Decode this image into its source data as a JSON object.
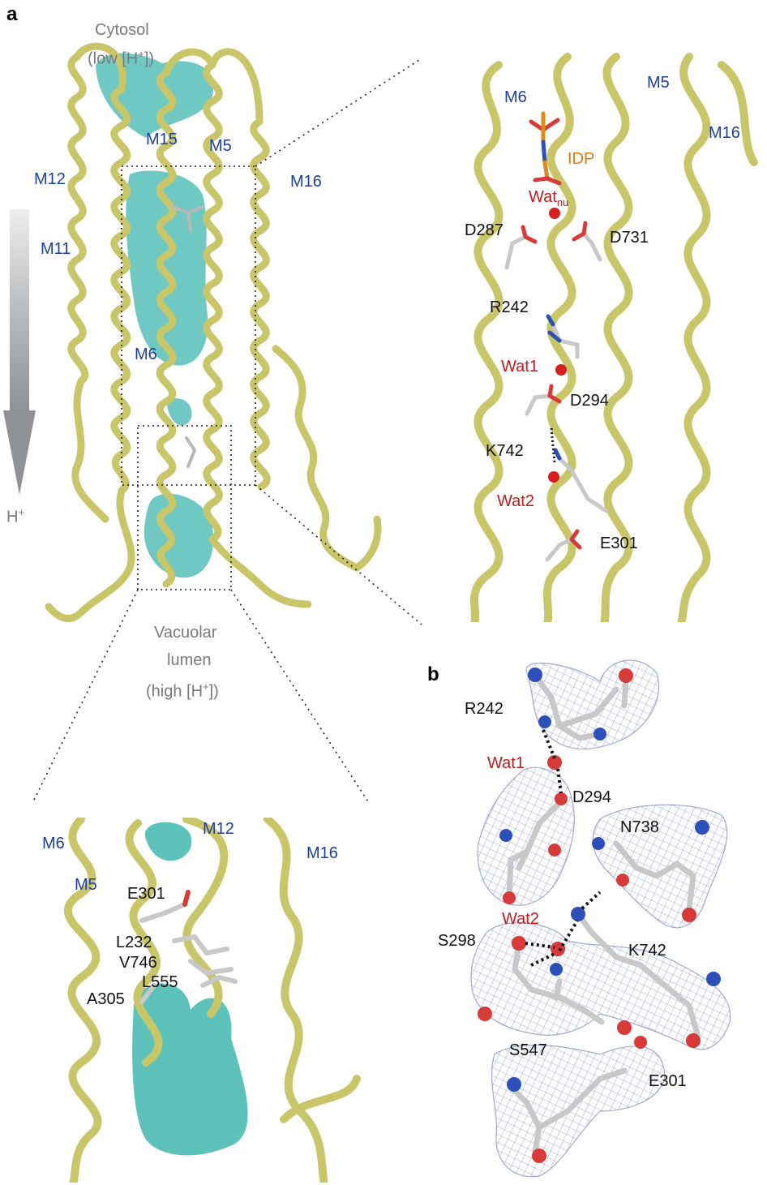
{
  "panels": {
    "a": "a",
    "b": "b"
  },
  "colors": {
    "helix": "#c9c66a",
    "helix_dark": "#8f8b2f",
    "cavity": "#3fb7ae",
    "carbon": "#c8c8c8",
    "nitrogen": "#2d4fb8",
    "oxygen": "#d83a3a",
    "mesh": "#8a93c8",
    "phosphorus": "#e08a1a"
  },
  "overview": {
    "cytosol_top": "Cytosol",
    "cytosol_bottom": "(low [H",
    "cytosol_sup": "+",
    "cytosol_end": "])",
    "lumen_1": "Vacuolar",
    "lumen_2": "lumen",
    "lumen_3": "(high [H",
    "lumen_sup": "+",
    "lumen_end": "])",
    "proton": "H",
    "proton_sup": "+",
    "helices": {
      "m15": "M15",
      "m5": "M5",
      "m12": "M12",
      "m16": "M16",
      "m11": "M11",
      "m6": "M6"
    }
  },
  "zoom_top": {
    "m6": "M6",
    "m5": "M5",
    "m16": "M16",
    "idp": "IDP",
    "wat_nu": "Wat",
    "wat_nu_sub": "nu",
    "d287": "D287",
    "d731": "D731",
    "r242": "R242",
    "wat1": "Wat1",
    "d294": "D294",
    "k742": "K742",
    "wat2": "Wat2",
    "e301": "E301"
  },
  "zoom_bottom": {
    "m6": "M6",
    "m12": "M12",
    "m16": "M16",
    "m5": "M5",
    "e301": "E301",
    "l232": "L232",
    "v746": "V746",
    "l555": "L555",
    "a305": "A305"
  },
  "density": {
    "r242": "R242",
    "wat1": "Wat1",
    "d294": "D294",
    "n738": "N738",
    "wat2": "Wat2",
    "s298": "S298",
    "k742": "K742",
    "s547": "S547",
    "e301": "E301"
  }
}
